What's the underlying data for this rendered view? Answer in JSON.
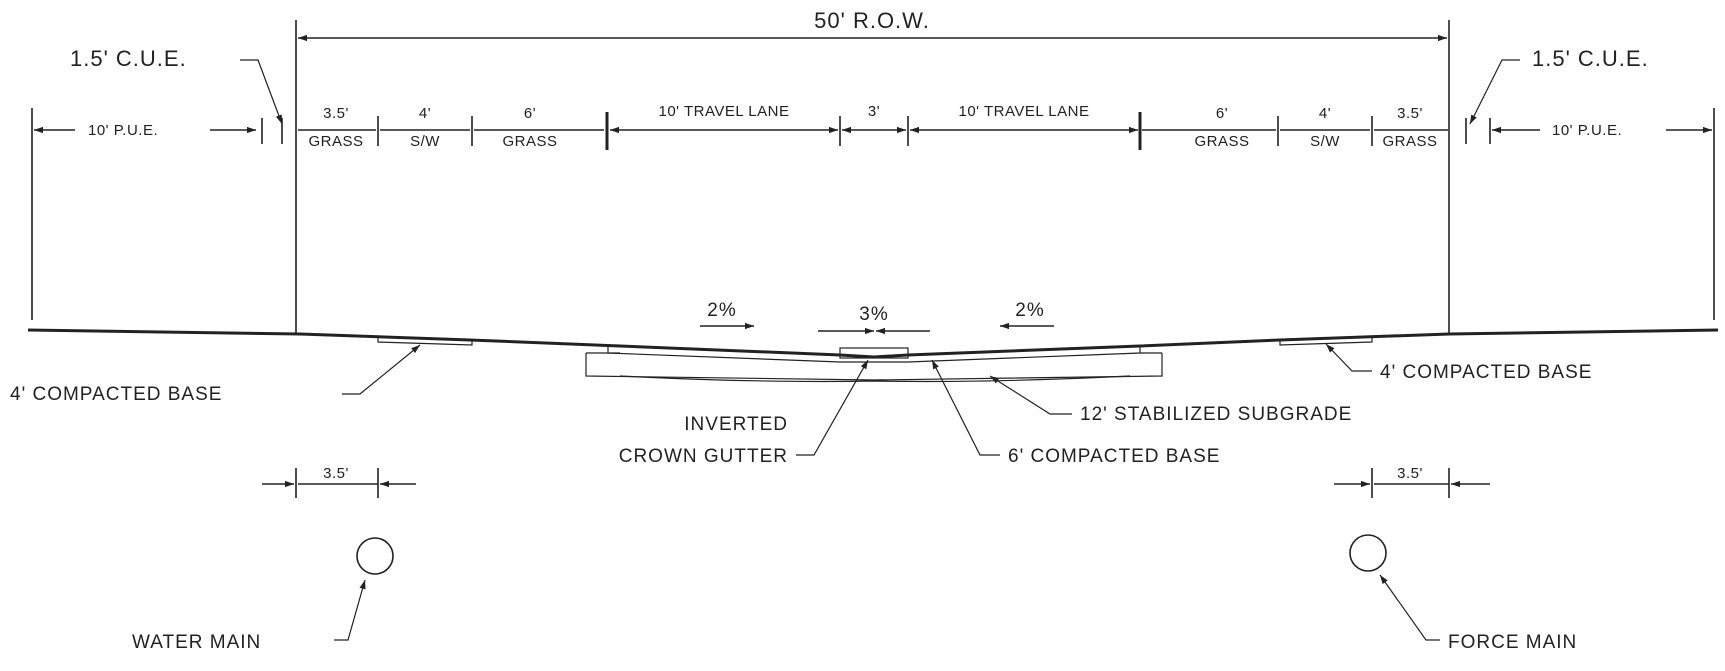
{
  "row": "50' R.O.W.",
  "cue_left": "1.5' C.U.E.",
  "cue_right": "1.5' C.U.E.",
  "pue_left": "10' P.U.E.",
  "pue_right": "10' P.U.E.",
  "segments": {
    "grass_35_left_dim": "3.5'",
    "grass_35_left_label": "GRASS",
    "sw_left_dim": "4'",
    "sw_left_label": "S/W",
    "grass_6_left_dim": "6'",
    "grass_6_left_label": "GRASS",
    "lane_left": "10' TRAVEL LANE",
    "gutter_width": "3'",
    "lane_right": "10' TRAVEL LANE",
    "grass_6_right_dim": "6'",
    "grass_6_right_label": "GRASS",
    "sw_right_dim": "4'",
    "sw_right_label": "S/W",
    "grass_35_right_dim": "3.5'",
    "grass_35_right_label": "GRASS"
  },
  "slopes": {
    "left": "2%",
    "center": "3%",
    "right": "2%"
  },
  "callouts": {
    "base_left": "4' COMPACTED BASE",
    "base_right": "4' COMPACTED BASE",
    "subgrade": "12' STABILIZED SUBGRADE",
    "gutter_line1": "INVERTED",
    "gutter_line2": "CROWN GUTTER",
    "base_center": "6' COMPACTED BASE"
  },
  "utilities": {
    "water_offset": "3.5'",
    "water_main": "WATER MAIN",
    "force_offset": "3.5'",
    "force_main": "FORCE MAIN"
  }
}
